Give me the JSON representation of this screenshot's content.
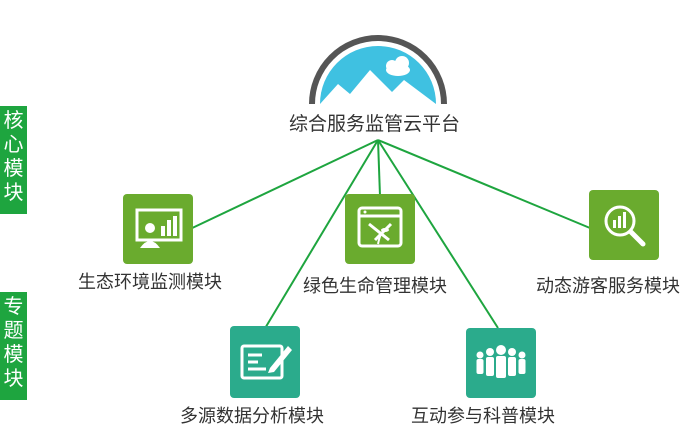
{
  "side_tags": {
    "core": "核心模块",
    "topic": "专题模块"
  },
  "platform": {
    "label": "综合服务监管云平台"
  },
  "modules": {
    "eco_monitor": {
      "label": "生态环境监测模块",
      "icon": "presentation-board-icon",
      "color": "#6aab2e"
    },
    "green_life": {
      "label": "绿色生命管理模块",
      "icon": "plant-tools-icon",
      "color": "#6aab2e"
    },
    "visitor_service": {
      "label": "动态游客服务模块",
      "icon": "magnifier-chart-icon",
      "color": "#6aab2e"
    },
    "data_analysis": {
      "label": "多源数据分析模块",
      "icon": "document-pen-icon",
      "color": "#2bab8c"
    },
    "interaction": {
      "label": "互动参与科普模块",
      "icon": "people-group-icon",
      "color": "#2bab8c"
    }
  },
  "colors": {
    "connector": "#1ea53f",
    "cloud_sky": "#3fc1e1",
    "cloud_ring": "#555555"
  }
}
